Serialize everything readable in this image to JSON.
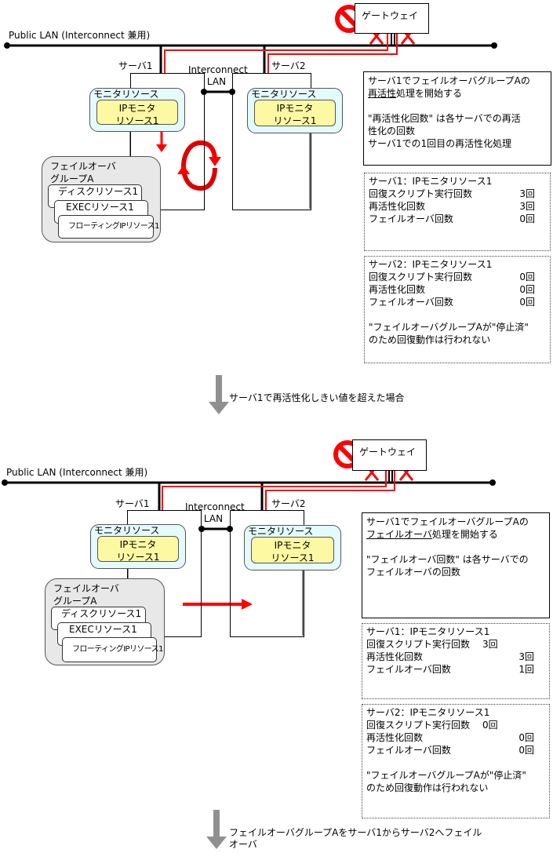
{
  "colors": {
    "line": "#000000",
    "red_path": "#ff0000",
    "monitor_bg": "#e4fafc",
    "ip_monitor_bg": "#fdf9a2",
    "failover_group_bg": "#e8e8e8",
    "step_arrow": "#909090",
    "prohibit_icon": "#ff0000",
    "reactivate_icon": "#dd0000"
  },
  "panels": [
    {
      "network_label": "Public LAN (Interconnect 兼用)",
      "gateway_label": "ゲートウェイ",
      "interconnect_label_line1": "Interconnect",
      "interconnect_label_line2": "LAN",
      "server1_label": "サーバ1",
      "server2_label": "サーバ2",
      "monitor_resource_label": "モニタリソース",
      "ip_monitor_line1": "IPモニタ",
      "ip_monitor_line2": "リソース1",
      "failover_group_line1": "フェイルオーバ",
      "failover_group_line2": "グループA",
      "disk_resource": "ディスクリソース1",
      "exec_resource": "EXECリソース1",
      "fip_resource": "フローティングIPリソース1",
      "note": {
        "line1": "サーバ1でフェイルオーバグループAの",
        "line2_underlined": "再活性",
        "line2_rest": "処理を開始する",
        "line3": "\"再活性化回数\" は各サーバでの再活",
        "line4": "性化の回数",
        "line5": "サーバ1での1回目の再活性化処理"
      },
      "server1_counters": {
        "title": "サーバ1：IPモニタリソース1",
        "rows": [
          {
            "label": "回復スクリプト実行回数",
            "value": "3回"
          },
          {
            "label": "再活性化回数",
            "value": "3回"
          },
          {
            "label": "フェイルオーバ回数",
            "value": "0回"
          }
        ]
      },
      "server2_counters": {
        "title": "サーバ2：IPモニタリソース1",
        "rows": [
          {
            "label": "回復スクリプト実行回数",
            "value": "0回"
          },
          {
            "label": "再活性化回数",
            "value": "0回"
          },
          {
            "label": "フェイルオーバ回数",
            "value": "0回"
          }
        ],
        "remark_line1": "\"フェイルオーバグループAが\"停止済\"",
        "remark_line2": "のため回復動作は行われない"
      }
    },
    {
      "network_label": "Public LAN (Interconnect 兼用)",
      "gateway_label": "ゲートウェイ",
      "interconnect_label_line1": "Interconnect",
      "interconnect_label_line2": "LAN",
      "server1_label": "サーバ1",
      "server2_label": "サーバ2",
      "monitor_resource_label": "モニタリソース",
      "ip_monitor_line1": "IPモニタ",
      "ip_monitor_line2": "リソース1",
      "failover_group_line1": "フェイルオーバ",
      "failover_group_line2": "グループA",
      "disk_resource": "ディスクリソース1",
      "exec_resource": "EXECリソース1",
      "fip_resource": "フローティングIPリソース1",
      "note": {
        "line1": "サーバ1でフェイルオーバグループAの",
        "line2_underlined": "フェイルオーバ",
        "line2_rest": "処理を開始する",
        "line3": "\"フェイルオーバ回数\" は各サーバでの",
        "line4": "フェイルオーバの回数"
      },
      "server1_counters": {
        "title": "サーバ1：IPモニタリソース1",
        "rows": [
          {
            "label": "回復スクリプト実行回数",
            "value": "3回"
          },
          {
            "label": "再活性化回数",
            "value": "3回"
          },
          {
            "label": "フェイルオーバ回数",
            "value": "1回"
          }
        ]
      },
      "server2_counters": {
        "title": "サーバ2：IPモニタリソース1",
        "rows": [
          {
            "label": "回復スクリプト実行回数",
            "value": "0回"
          },
          {
            "label": "再活性化回数",
            "value": "0回"
          },
          {
            "label": "フェイルオーバ回数",
            "value": "0回"
          }
        ],
        "remark_line1": "\"フェイルオーバグループAが\"停止済\"",
        "remark_line2": "のため回復動作は行われない"
      }
    }
  ],
  "steps": [
    {
      "text": "サーバ1で再活性化しきい値を超えた場合"
    },
    {
      "text_line1": "フェイルオーバグループAをサーバ1からサーバ2へフェイル",
      "text_line2": "オーバ"
    }
  ]
}
